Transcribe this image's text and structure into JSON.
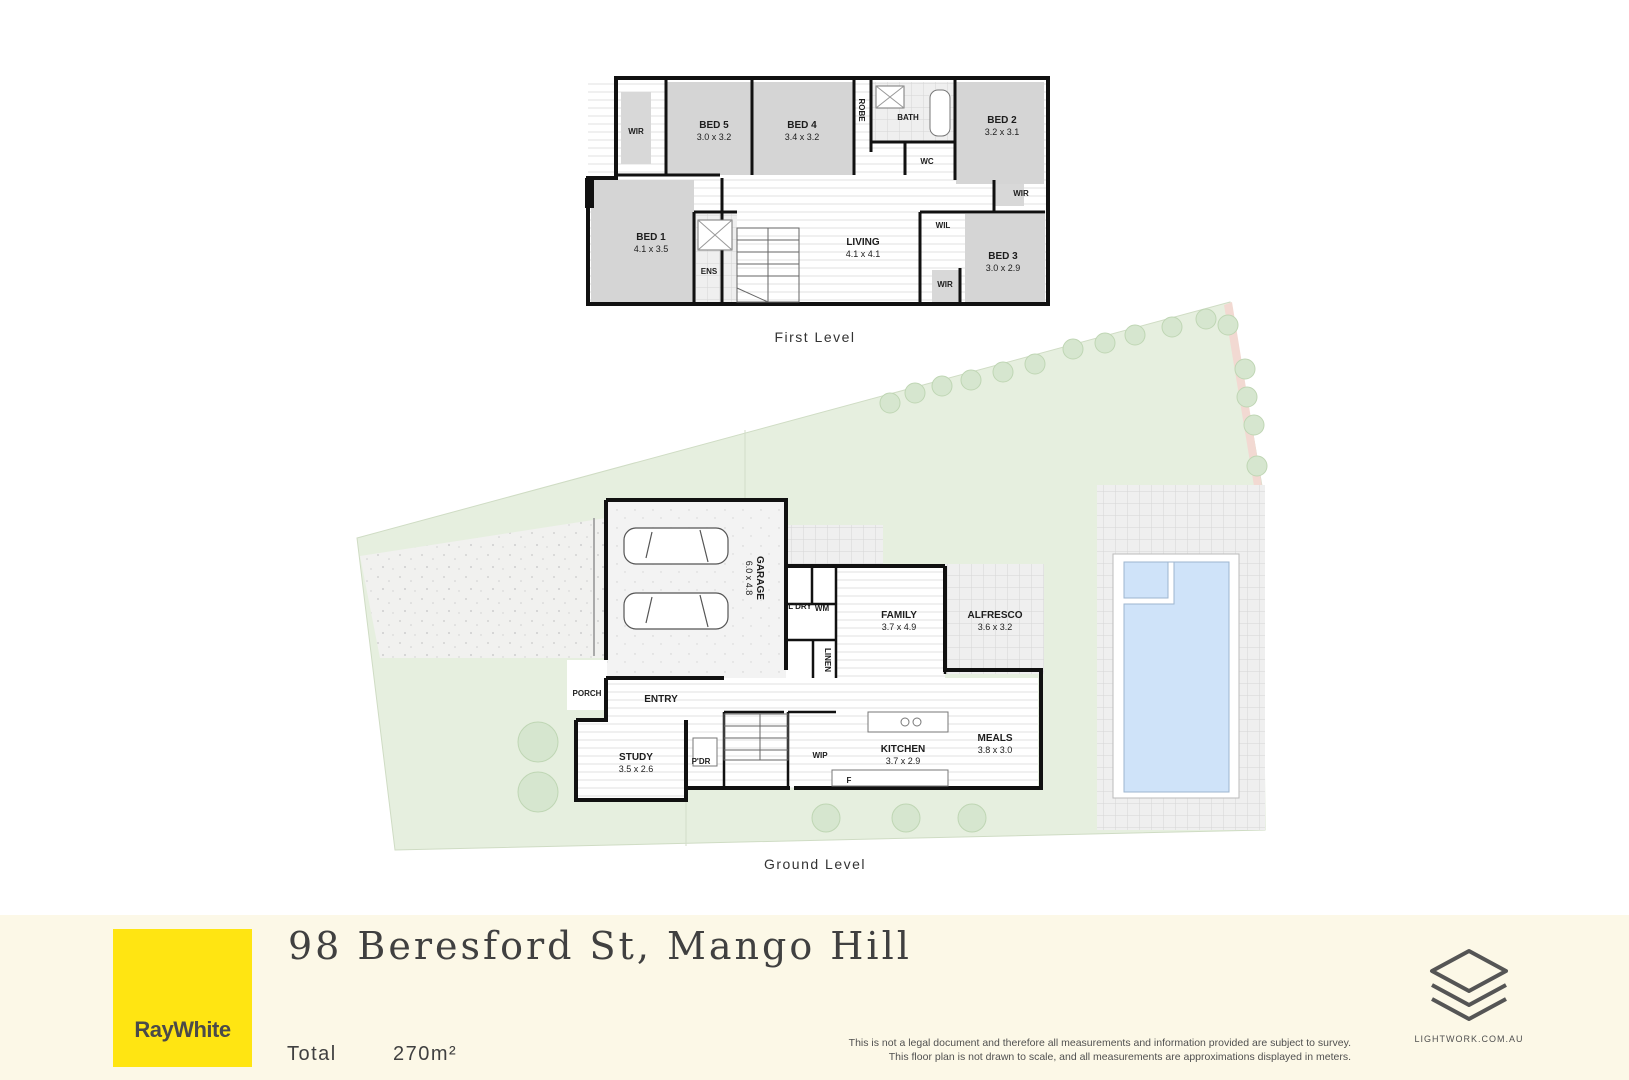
{
  "floor_plan": {
    "first_level": {
      "heading": "First Level",
      "rooms": {
        "wir_left": {
          "name": "WIR"
        },
        "bed5": {
          "name": "BED 5",
          "size": "3.0 x 3.2"
        },
        "bed4": {
          "name": "BED 4",
          "size": "3.4 x 3.2"
        },
        "robe": {
          "name": "ROBE"
        },
        "bath": {
          "name": "BATH"
        },
        "wc": {
          "name": "WC"
        },
        "bed2": {
          "name": "BED 2",
          "size": "3.2 x 3.1"
        },
        "wir_bed2": {
          "name": "WIR"
        },
        "bed1": {
          "name": "BED 1",
          "size": "4.1 x 3.5"
        },
        "ens": {
          "name": "ENS"
        },
        "living": {
          "name": "LIVING",
          "size": "4.1 x 4.1"
        },
        "wil": {
          "name": "WIL"
        },
        "wir_bed3": {
          "name": "WIR"
        },
        "bed3": {
          "name": "BED 3",
          "size": "3.0 x 2.9"
        }
      }
    },
    "ground_level": {
      "heading": "Ground Level",
      "rooms": {
        "garage": {
          "name": "GARAGE",
          "size": "6.0 x 4.8"
        },
        "ldry": {
          "name": "L'DRY"
        },
        "wm": {
          "name": "WM"
        },
        "linen": {
          "name": "LINEN"
        },
        "family": {
          "name": "FAMILY",
          "size": "3.7 x 4.9"
        },
        "alfresco": {
          "name": "ALFRESCO",
          "size": "3.6 x 3.2"
        },
        "porch": {
          "name": "PORCH"
        },
        "entry": {
          "name": "ENTRY"
        },
        "study": {
          "name": "STUDY",
          "size": "3.5 x 2.6"
        },
        "pdr": {
          "name": "P'DR"
        },
        "wip": {
          "name": "WIP"
        },
        "kitchen": {
          "name": "KITCHEN",
          "size": "3.7 x 2.9"
        },
        "fridge": {
          "name": "F"
        },
        "meals": {
          "name": "MEALS",
          "size": "3.8 x 3.0"
        }
      }
    }
  },
  "footer": {
    "brand": "RayWhite",
    "address": "98 Beresford St, Mango Hill",
    "total_label": "Total",
    "total_value": "270m²",
    "disclaimer_line1": "This is not a legal document and therefore all measurements and information provided are subject to survey.",
    "disclaimer_line2": "This floor plan is not drawn to scale, and all measurements are approximations displayed in meters.",
    "studio": "LIGHTWORK.COM.AU"
  },
  "colors": {
    "brand_yellow": "#ffe512",
    "footer_bg": "#fcf8e7",
    "lawn": "#e4eedc",
    "bedroom_fill": "#d4d4d4",
    "pool_water": "#cfe3f9"
  }
}
